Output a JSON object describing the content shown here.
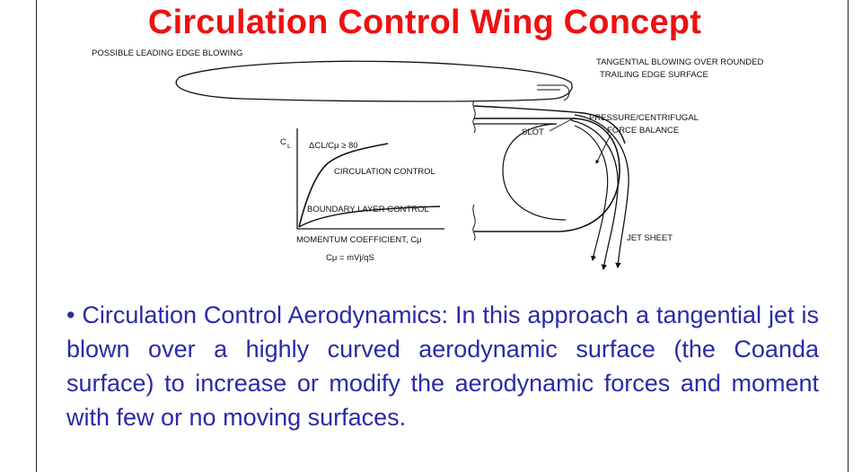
{
  "slide": {
    "title": "Circulation Control Wing Concept"
  },
  "diagram": {
    "leading_edge_label": "POSSIBLE LEADING EDGE BLOWING",
    "trailing_edge_label_line1": "TANGENTIAL BLOWING OVER ROUNDED",
    "trailing_edge_label_line2": "TRAILING EDGE SURFACE",
    "pressure_label_line1": "PRESSURE/CENTRIFUGAL",
    "pressure_label_line2": "FORCE BALANCE",
    "slot_label": "SLOT",
    "jet_sheet_label": "JET SHEET"
  },
  "graph": {
    "y_axis_label": "C",
    "y_axis_subscript": "L",
    "ratio_label": "ΔCL/Cμ ≥ 80",
    "upper_curve_label": "CIRCULATION CONTROL",
    "lower_curve_label": "BOUNDARY LAYER CONTROL",
    "x_axis_label": "MOMENTUM COEFFICIENT, Cμ",
    "formula": "Cμ = ṁVj/qS"
  },
  "bullet": {
    "marker": "•",
    "text": "Circulation Control Aerodynamics:  In this approach a tangential jet is blown over a highly curved aerodynamic surface (the Coanda surface) to increase or modify the aerodynamic forces and moment with few or no moving surfaces."
  }
}
